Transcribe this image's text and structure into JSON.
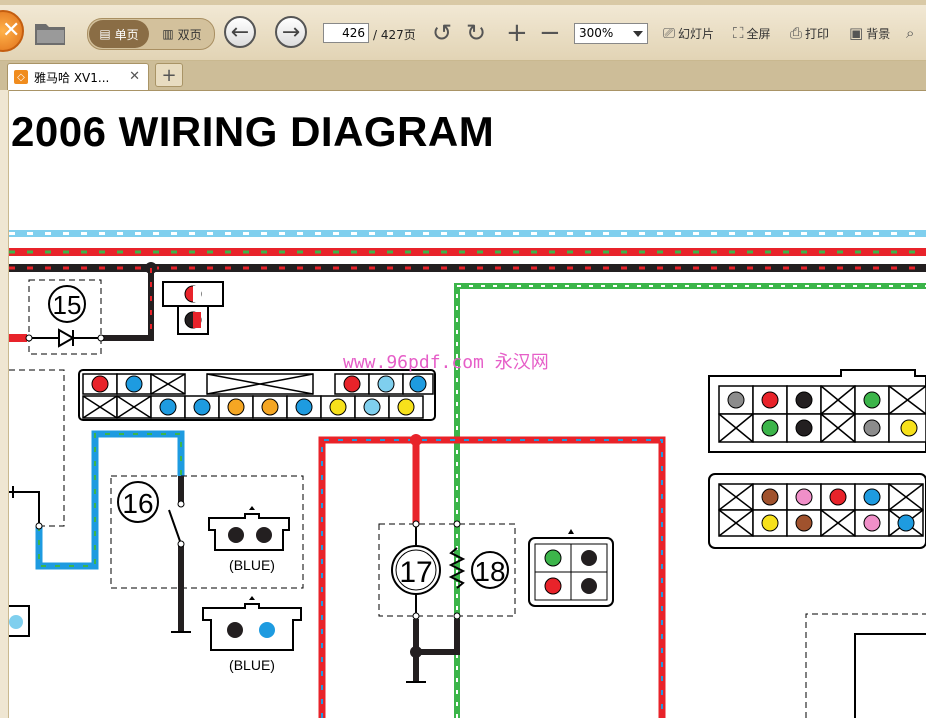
{
  "toolbar": {
    "single_page": "单页",
    "double_page": "双页",
    "page_current": "426",
    "page_total": "/ 427页",
    "zoom": "300%",
    "slideshow": "幻灯片",
    "fullscreen": "全屏",
    "print": "打印",
    "background": "背景"
  },
  "tabs": [
    {
      "label": "雅马哈 XV1..."
    }
  ],
  "document": {
    "title": "2006 WIRING DIAGRAM",
    "watermark": "www.96pdf.com 永汉网",
    "labels": {
      "n15": "15",
      "n16": "16",
      "n17": "17",
      "n18": "18",
      "blue1": "(BLUE)",
      "blue2": "(BLUE)"
    }
  },
  "colors": {
    "accent_toolbar": "#e2d4b5",
    "wire_red": "#e8232a",
    "wire_blue": "#7fcfee",
    "wire_green": "#3cb54a",
    "wire_black": "#231f20",
    "watermark": "#e65ec8"
  }
}
